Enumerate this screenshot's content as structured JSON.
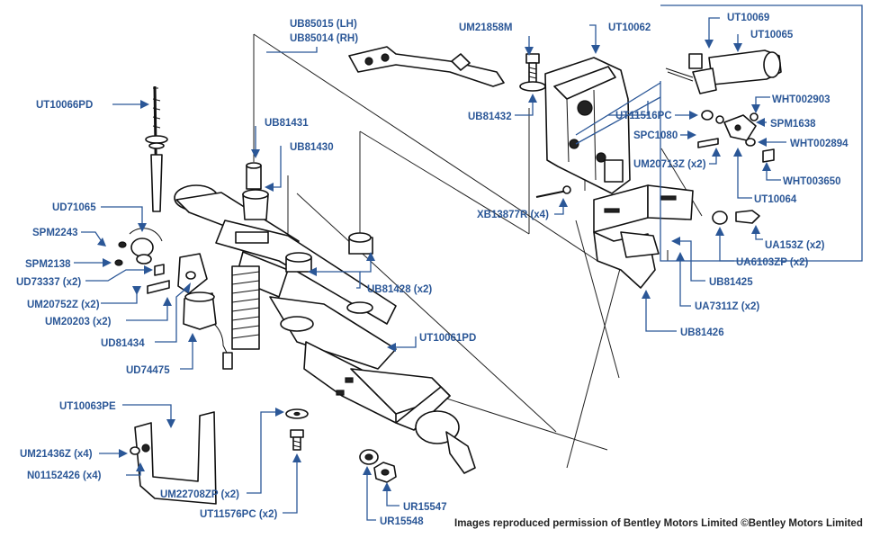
{
  "labels": {
    "ub85015": "UB85015 (LH)",
    "ub85014": "UB85014 (RH)",
    "um21858m": "UM21858M",
    "ut10062": "UT10062",
    "ut10069": "UT10069",
    "ut10065": "UT10065",
    "ut10066pd": "UT10066PD",
    "ub81431": "UB81431",
    "ub81430": "UB81430",
    "ub81432": "UB81432",
    "ut11516pc": "UT11516PC",
    "wht002903": "WHT002903",
    "spm1638": "SPM1638",
    "spc1080": "SPC1080",
    "wht002894": "WHT002894",
    "um20713z": "UM20713Z (x2)",
    "wht003650": "WHT003650",
    "ut10064": "UT10064",
    "ud71065": "UD71065",
    "xb13877r": "XB13877R (x4)",
    "spm2243": "SPM2243",
    "ua153z": "UA153Z (x2)",
    "spm2138": "SPM2138",
    "ua6103zp": "UA6103ZP (x2)",
    "ud73337": "UD73337 (x2)",
    "ub81428": "UB81428 (x2)",
    "ub81425": "UB81425",
    "um20752z": "UM20752Z (x2)",
    "ua7311z": "UA7311Z (x2)",
    "um20203": "UM20203 (x2)",
    "ub81426": "UB81426",
    "ud81434": "UD81434",
    "ut10061pd": "UT10061PD",
    "ud74475": "UD74475",
    "ut10063pe": "UT10063PE",
    "um21436z": "UM21436Z (x4)",
    "n01152426": "N01152426 (x4)",
    "um22708zp": "UM22708ZP (x2)",
    "ur15547": "UR15547",
    "ut11576pc": "UT11576PC (x2)",
    "ur15548": "UR15548"
  },
  "credit": "Images reproduced permission of Bentley Motors Limited ©Bentley Motors Limited",
  "colors": {
    "label": "#2b5797",
    "line_art": "#111111",
    "background": "#ffffff"
  }
}
